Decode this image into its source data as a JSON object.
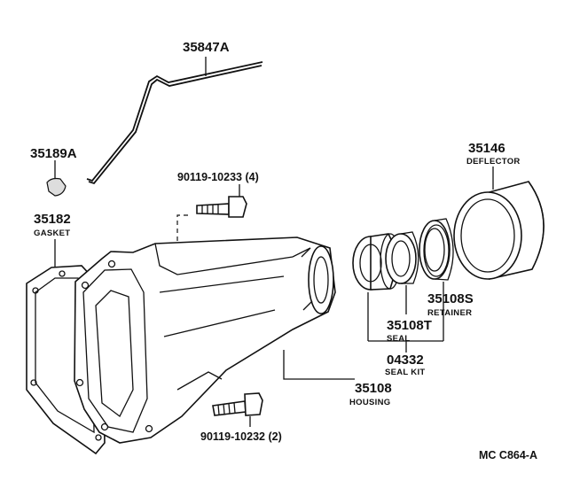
{
  "parts": {
    "rod": {
      "number": "35847A"
    },
    "plug": {
      "number": "35189A"
    },
    "bolt_upper": {
      "number": "90119-10233 (4)"
    },
    "gasket": {
      "number": "35182",
      "name": "GASKET"
    },
    "deflector": {
      "number": "35146",
      "name": "DEFLECTOR"
    },
    "retainer": {
      "number": "35108S",
      "name": "RETAINER"
    },
    "seal": {
      "number": "35108T",
      "name": "SEAL"
    },
    "seal_kit": {
      "number": "04332",
      "name": "SEAL KIT"
    },
    "housing": {
      "number": "35108",
      "name": "HOUSING"
    },
    "bolt_lower": {
      "number": "90119-10232 (2)"
    }
  },
  "figure_code": "MC C864-A"
}
